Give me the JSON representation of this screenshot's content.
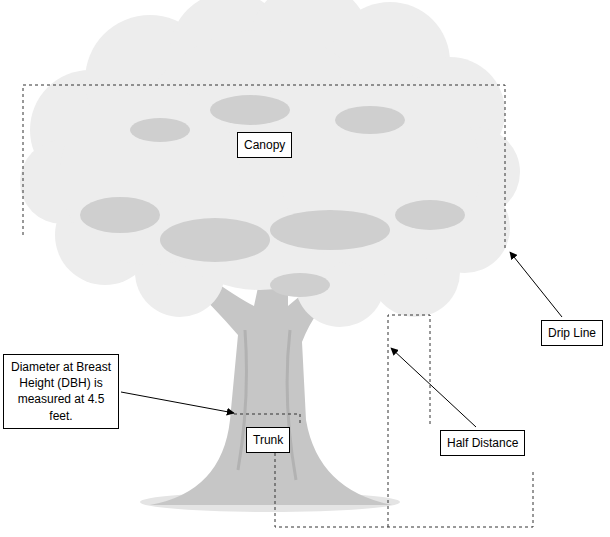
{
  "diagram": {
    "nodes": [
      {
        "text": [
          "Canopy"
        ]
      },
      {
        "text": [
          "Drip Line"
        ]
      },
      {
        "text": [
          "Diameter at Breast Height (DBH) is measured at 4.5 feet."
        ]
      },
      {
        "text": [
          "Trunk"
        ]
      },
      {
        "text": [
          "Half Distance"
        ]
      }
    ]
  }
}
